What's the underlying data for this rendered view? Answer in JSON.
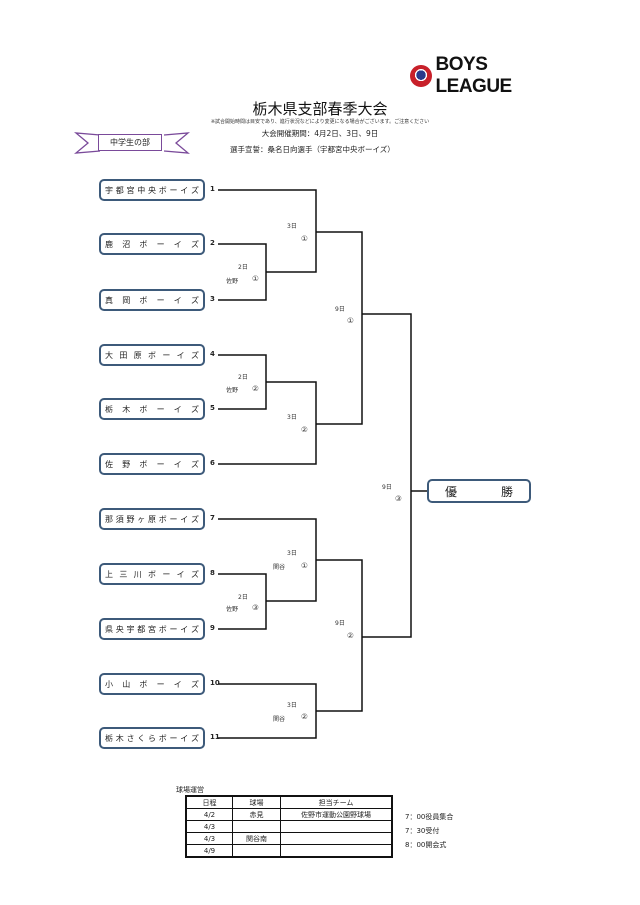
{
  "logo": {
    "text": "BOYS LEAGUE",
    "icon": "boys-league-emblem"
  },
  "header": {
    "title": "栃木県支部春季大会",
    "notice": "※試合開始時間は目安であり、進行状況などにより変更になる場合がございます。ご注意ください",
    "dates": "大会開催期間：4月2日、3日、9日",
    "oath": "選手宣誓：桑名日向選手（宇都宮中央ボーイズ）"
  },
  "division": {
    "label": "中学生の部"
  },
  "teams": [
    {
      "seed": "1",
      "name": [
        "宇",
        "都",
        "宮",
        "中",
        "央",
        "ボ",
        "ー",
        "イ",
        "ズ"
      ]
    },
    {
      "seed": "2",
      "name": [
        "鹿",
        "沼",
        "ボ",
        "ー",
        "イ",
        "ズ"
      ]
    },
    {
      "seed": "3",
      "name": [
        "真",
        "岡",
        "ボ",
        "ー",
        "イ",
        "ズ"
      ]
    },
    {
      "seed": "4",
      "name": [
        "大",
        "田",
        "原",
        "ボ",
        "ー",
        "イ",
        "ズ"
      ]
    },
    {
      "seed": "5",
      "name": [
        "栃",
        "木",
        "ボ",
        "ー",
        "イ",
        "ズ"
      ]
    },
    {
      "seed": "6",
      "name": [
        "佐",
        "野",
        "ボ",
        "ー",
        "イ",
        "ズ"
      ]
    },
    {
      "seed": "7",
      "name": [
        "那",
        "須",
        "野",
        "ヶ",
        "原",
        "ボ",
        "ー",
        "イ",
        "ズ"
      ]
    },
    {
      "seed": "8",
      "name": [
        "上",
        "三",
        "川",
        "ボ",
        "ー",
        "イ",
        "ズ"
      ]
    },
    {
      "seed": "9",
      "name": [
        "県",
        "央",
        "宇",
        "都",
        "宮",
        "ボ",
        "ー",
        "イ",
        "ズ"
      ]
    },
    {
      "seed": "10",
      "name": [
        "小",
        "山",
        "ボ",
        "ー",
        "イ",
        "ズ"
      ]
    },
    {
      "seed": "11",
      "name": [
        "栃",
        "木",
        "さ",
        "く",
        "ら",
        "ボ",
        "ー",
        "イ",
        "ズ"
      ]
    }
  ],
  "matches": [
    {
      "day": "2日",
      "venue": "佐野",
      "game": "①"
    },
    {
      "day": "3日",
      "venue": "",
      "game": "①"
    },
    {
      "day": "2日",
      "venue": "佐野",
      "game": "②"
    },
    {
      "day": "3日",
      "venue": "",
      "game": "②"
    },
    {
      "day": "2日",
      "venue": "佐野",
      "game": "③"
    },
    {
      "day": "3日",
      "venue": "関谷",
      "game": "①"
    },
    {
      "day": "3日",
      "venue": "関谷",
      "game": "②"
    },
    {
      "day": "9日",
      "venue": "",
      "game": "①"
    },
    {
      "day": "9日",
      "venue": "",
      "game": "②"
    },
    {
      "day": "9日",
      "venue": "",
      "game": "③"
    }
  ],
  "champion": {
    "chars": [
      "優",
      "勝"
    ]
  },
  "venues": {
    "title": "球場運営",
    "headers": [
      "日程",
      "球場",
      "担当チーム"
    ],
    "rows": [
      [
        "4/2",
        "赤見",
        "佐野市運動公園野球場"
      ],
      [
        "4/3",
        "",
        ""
      ],
      [
        "4/3",
        "関谷南",
        ""
      ],
      [
        "4/9",
        "",
        ""
      ]
    ]
  },
  "schedule": [
    "7：00役員集合",
    "7：30受付",
    "8：00開会式"
  ]
}
